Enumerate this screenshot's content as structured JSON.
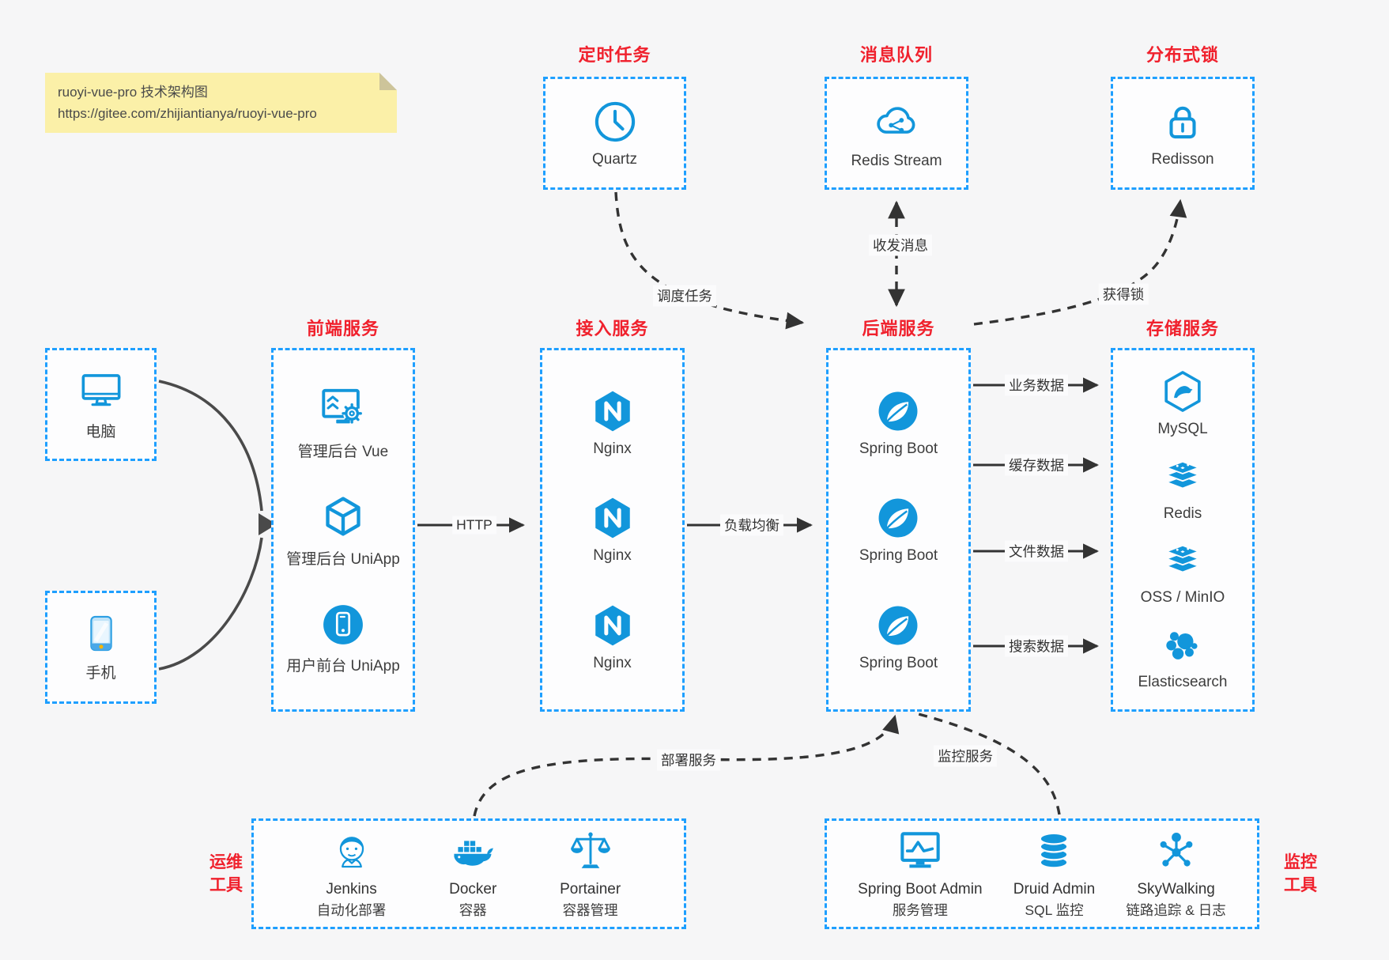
{
  "colors": {
    "icon_blue": "#1296db",
    "border_blue": "#1E9FFF",
    "title_red": "#f0212d",
    "arrow_dark": "#333333",
    "note_bg": "#fbf0a8"
  },
  "note": {
    "line1": "ruoyi-vue-pro 技术架构图",
    "line2": "https://gitee.com/zhijiantianya/ruoyi-vue-pro"
  },
  "top_groups": [
    {
      "title": "定时任务",
      "icon": "clock-icon",
      "label": "Quartz"
    },
    {
      "title": "消息队列",
      "icon": "cloud-share-icon",
      "label": "Redis Stream"
    },
    {
      "title": "分布式锁",
      "icon": "lock-icon",
      "label": "Redisson"
    }
  ],
  "clients": [
    {
      "icon": "desktop-icon",
      "label": "电脑"
    },
    {
      "icon": "smartphone-icon",
      "label": "手机"
    }
  ],
  "columns": [
    {
      "title": "前端服务",
      "items": [
        {
          "icon": "admin-dashboard-icon",
          "label": "管理后台 Vue"
        },
        {
          "icon": "uniapp-cube-icon",
          "label": "管理后台 UniApp"
        },
        {
          "icon": "mobile-app-circle-icon",
          "label": "用户前台 UniApp"
        }
      ]
    },
    {
      "title": "接入服务",
      "items": [
        {
          "icon": "nginx-icon",
          "label": "Nginx"
        },
        {
          "icon": "nginx-icon",
          "label": "Nginx"
        },
        {
          "icon": "nginx-icon",
          "label": "Nginx"
        }
      ]
    },
    {
      "title": "后端服务",
      "items": [
        {
          "icon": "spring-boot-icon",
          "label": "Spring Boot"
        },
        {
          "icon": "spring-boot-icon",
          "label": "Spring Boot"
        },
        {
          "icon": "spring-boot-icon",
          "label": "Spring Boot"
        }
      ]
    },
    {
      "title": "存储服务",
      "items": [
        {
          "icon": "mysql-icon",
          "label": "MySQL"
        },
        {
          "icon": "redis-stack-icon",
          "label": "Redis"
        },
        {
          "icon": "redis-stack-icon",
          "label": "OSS / MinIO"
        },
        {
          "icon": "elasticsearch-icon",
          "label": "Elasticsearch"
        }
      ]
    }
  ],
  "bottom_groups": [
    {
      "side_label_line1": "运维",
      "side_label_line2": "工具",
      "items": [
        {
          "icon": "jenkins-icon",
          "name": "Jenkins",
          "desc": "自动化部署"
        },
        {
          "icon": "docker-icon",
          "name": "Docker",
          "desc": "容器"
        },
        {
          "icon": "portainer-icon",
          "name": "Portainer",
          "desc": "容器管理"
        }
      ]
    },
    {
      "side_label_line1": "监控",
      "side_label_line2": "工具",
      "items": [
        {
          "icon": "spring-boot-admin-icon",
          "name": "Spring Boot Admin",
          "desc": "服务管理"
        },
        {
          "icon": "druid-icon",
          "name": "Druid Admin",
          "desc": "SQL 监控"
        },
        {
          "icon": "skywalking-icon",
          "name": "SkyWalking",
          "desc": "链路追踪 & 日志"
        }
      ]
    }
  ],
  "edges": {
    "http": "HTTP",
    "load_balance": "负载均衡",
    "biz": "业务数据",
    "cache": "缓存数据",
    "file": "文件数据",
    "search": "搜索数据",
    "schedule": "调度任务",
    "message": "收发消息",
    "lock": "获得锁",
    "deploy": "部署服务",
    "monitor": "监控服务"
  }
}
